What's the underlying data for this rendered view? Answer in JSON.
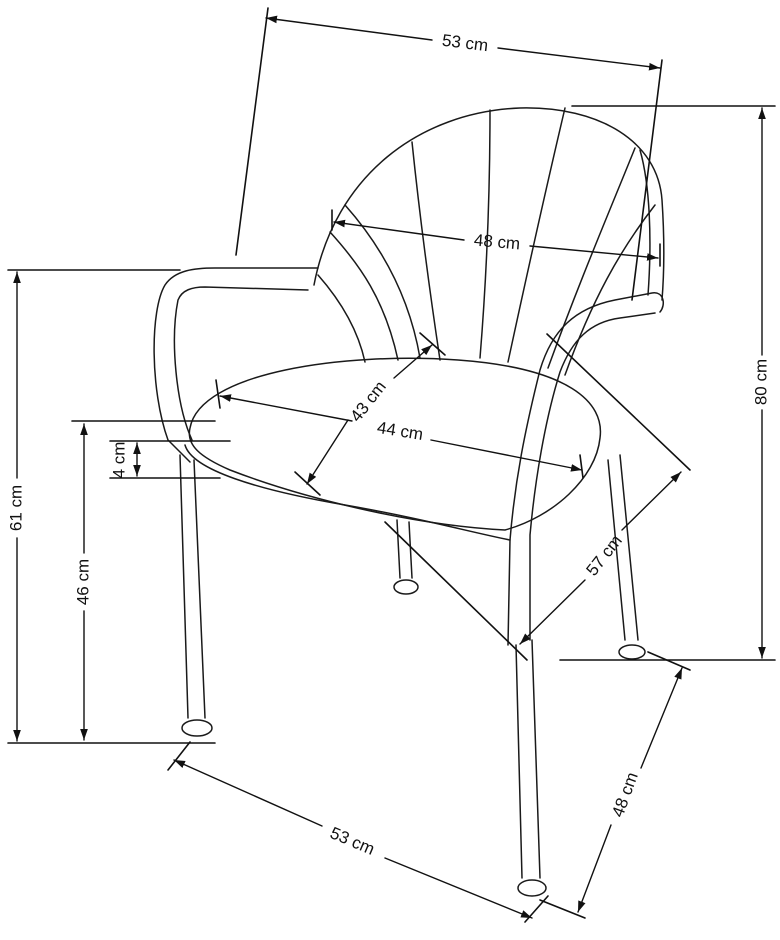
{
  "dimensions": {
    "top_width": "53 cm",
    "back_width": "48 cm",
    "total_height": "80 cm",
    "armrest_height": "61 cm",
    "seat_height": "46 cm",
    "seat_thickness": "4 cm",
    "seat_depth": "43 cm",
    "seat_width": "44 cm",
    "diagonal": "57 cm",
    "base_width": "53 cm",
    "base_depth": "48 cm"
  },
  "colors": {
    "line": "#111111",
    "background": "#ffffff"
  }
}
